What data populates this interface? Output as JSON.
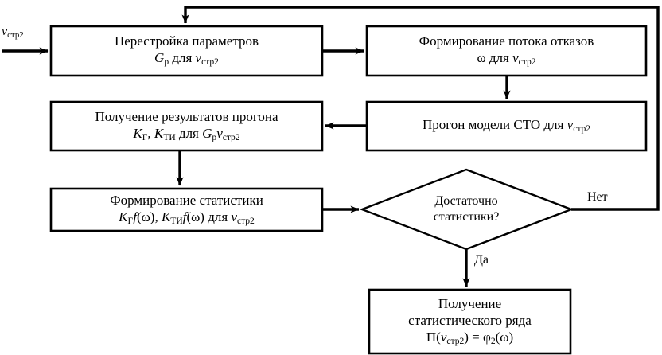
{
  "diagram": {
    "type": "flowchart",
    "title": "",
    "input_label": "vстр2",
    "nodes": [
      {
        "id": "rebuild-params",
        "shape": "process",
        "lines": [
          "Перестройка параметров",
          "Gр для vстр2"
        ]
      },
      {
        "id": "failure-flow",
        "shape": "process",
        "lines": [
          "Формирование потока отказов",
          "ω для vстр2"
        ]
      },
      {
        "id": "model-run",
        "shape": "process",
        "lines": [
          "Прогон модели СТО для vстр2"
        ]
      },
      {
        "id": "run-results",
        "shape": "process",
        "lines": [
          "Получение результатов прогона",
          "KГ, KТИ для Gр vстр2"
        ]
      },
      {
        "id": "build-statistics",
        "shape": "process",
        "lines": [
          "Формирование статистики",
          "KГ f(ω), KТИ f(ω) для vстр2"
        ]
      },
      {
        "id": "enough-statistics",
        "shape": "decision",
        "lines": [
          "Достаточно",
          "статистики?"
        ]
      },
      {
        "id": "statistical-series",
        "shape": "process",
        "lines": [
          "Получение",
          "статистического ряда",
          "П(vстр2) = φ2(ω)"
        ]
      }
    ],
    "edge_labels": {
      "no": "Нет",
      "yes": "Да"
    },
    "colors": {
      "stroke": "#000000",
      "fill": "#ffffff",
      "text": "#000000"
    }
  }
}
